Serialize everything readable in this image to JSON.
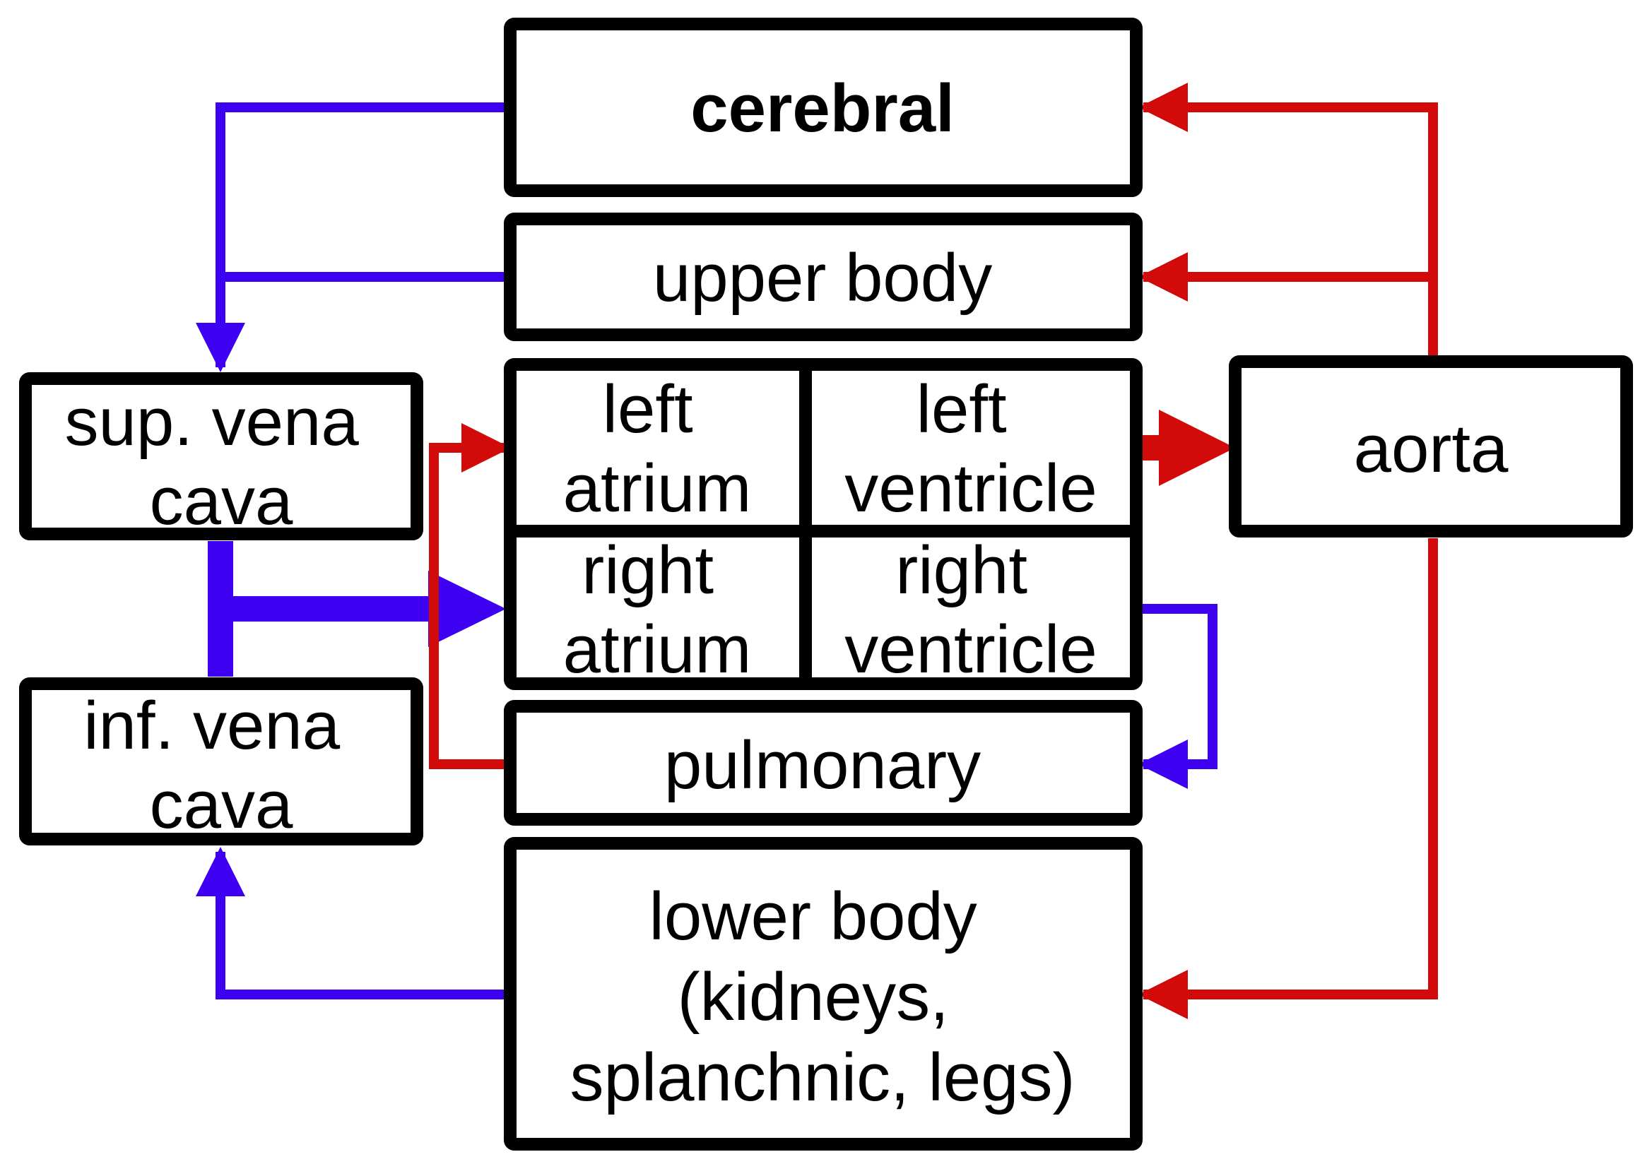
{
  "colors": {
    "oxygenated": "#d20a0a",
    "deoxygenated": "#3e00f0",
    "box_stroke": "#000000",
    "background": "#ffffff"
  },
  "nodes": {
    "cerebral": {
      "lines": [
        "cerebral"
      ]
    },
    "upper_body": {
      "lines": [
        "upper body"
      ]
    },
    "left_atrium": {
      "lines": [
        "left",
        "atrium"
      ]
    },
    "left_ventricle": {
      "lines": [
        "left",
        "ventricle"
      ]
    },
    "right_atrium": {
      "lines": [
        "right",
        "atrium"
      ]
    },
    "right_ventricle": {
      "lines": [
        "right",
        "ventricle"
      ]
    },
    "pulmonary": {
      "lines": [
        "pulmonary"
      ]
    },
    "lower_body": {
      "lines": [
        "lower body",
        "(kidneys,",
        "splanchnic, legs)"
      ]
    },
    "sup_vena_cava": {
      "lines": [
        "sup. vena",
        "cava"
      ]
    },
    "inf_vena_cava": {
      "lines": [
        "inf. vena",
        "cava"
      ]
    },
    "aorta": {
      "lines": [
        "aorta"
      ]
    }
  }
}
